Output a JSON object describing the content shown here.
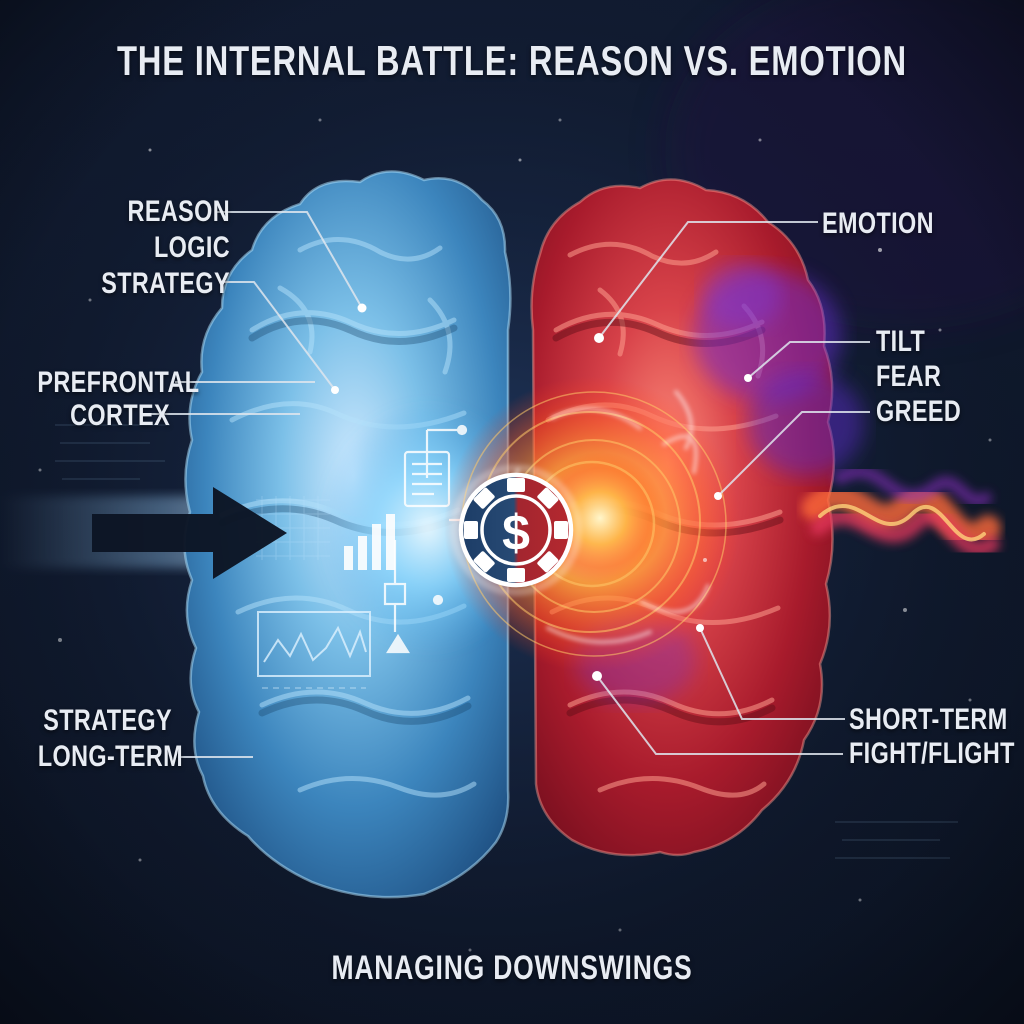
{
  "title": "THE INTERNAL BATTLE: REASON VS. EMOTION",
  "footer": "MANAGING DOWNSWINGS",
  "chip": {
    "symbol": "$"
  },
  "annotations": {
    "reason_block": [
      "REASON",
      "LOGIC",
      "STRATEGY"
    ],
    "prefrontal_block": [
      "PREFRONTAL",
      "CORTEX"
    ],
    "strategy_block": [
      "STRATEGY",
      "LONG-TERM"
    ],
    "emotion_block": [
      "EMOTION"
    ],
    "tilt_block": [
      "TILT",
      "FEAR",
      "GREED"
    ],
    "short_term_block": [
      "SHORT-TERM",
      "FIGHT/FLIGHT"
    ]
  },
  "colors": {
    "background": "#0e1728",
    "left_brain_blue": "#5fb0e8",
    "left_brain_glow": "#bfe9ff",
    "right_brain_red": "#c22733",
    "energy_orange": "#ff8c2e",
    "smoke_purple": "#6a2fd6",
    "chip_blue": "#1c3c66",
    "chip_red": "#b5282f",
    "label_text": "#e8ecf3",
    "arrow_dark": "#0c1524",
    "leader_line": "#dfe6ee"
  }
}
